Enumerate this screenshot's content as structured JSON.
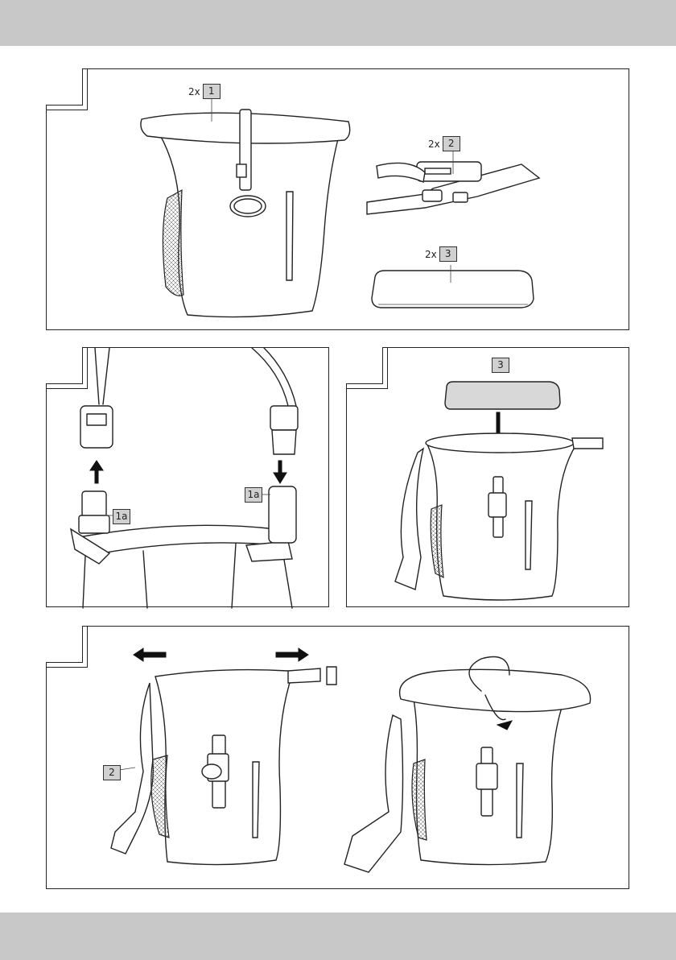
{
  "panel_1": {
    "callouts": [
      {
        "qty": "2x",
        "number": "1"
      },
      {
        "qty": "2x",
        "number": "2"
      },
      {
        "qty": "2x",
        "number": "3"
      }
    ]
  },
  "panel_2": {
    "callouts": [
      {
        "number": "1a"
      },
      {
        "number": "1a"
      }
    ]
  },
  "panel_3": {
    "callouts": [
      {
        "number": "3"
      }
    ]
  },
  "panel_4": {
    "callouts": [
      {
        "number": "2"
      }
    ]
  }
}
